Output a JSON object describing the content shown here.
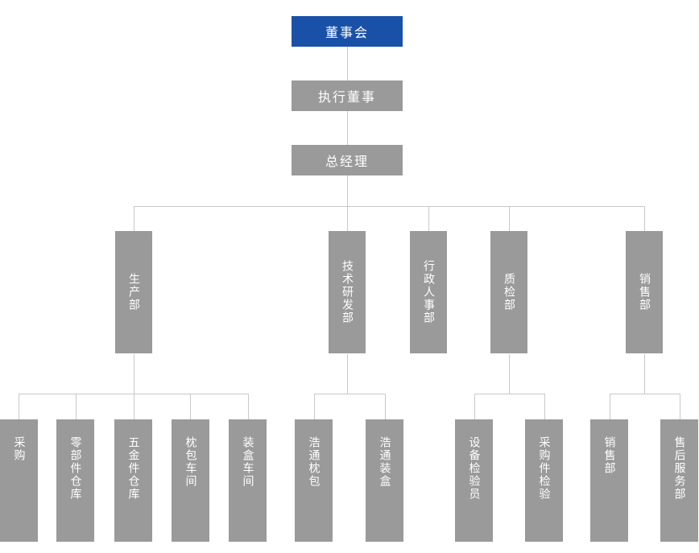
{
  "org_chart": {
    "type": "org-tree",
    "top_nodes": [
      {
        "label": "董事会"
      },
      {
        "label": "执行董事"
      },
      {
        "label": "总经理"
      }
    ],
    "departments": [
      {
        "label": "生产部",
        "children": [
          {
            "label": "采购"
          },
          {
            "label": "零部件仓库"
          },
          {
            "label": "五金件仓库"
          },
          {
            "label": "枕包车间"
          },
          {
            "label": "装盒车间"
          }
        ]
      },
      {
        "label": "技术研发部",
        "children": [
          {
            "label": "浩通枕包"
          },
          {
            "label": "浩通装盒"
          }
        ]
      },
      {
        "label": "行政人事部",
        "children": []
      },
      {
        "label": "质检部",
        "children": [
          {
            "label": "设备检验员"
          },
          {
            "label": "采购件检验"
          }
        ]
      },
      {
        "label": "销售部",
        "children": [
          {
            "label": "销售部"
          },
          {
            "label": "售后服务部"
          }
        ]
      }
    ],
    "colors": {
      "root_node": "#1A51A8",
      "node": "#9A9A9A",
      "connector": "#C9C9C9",
      "label": "#FFFFFF"
    }
  }
}
